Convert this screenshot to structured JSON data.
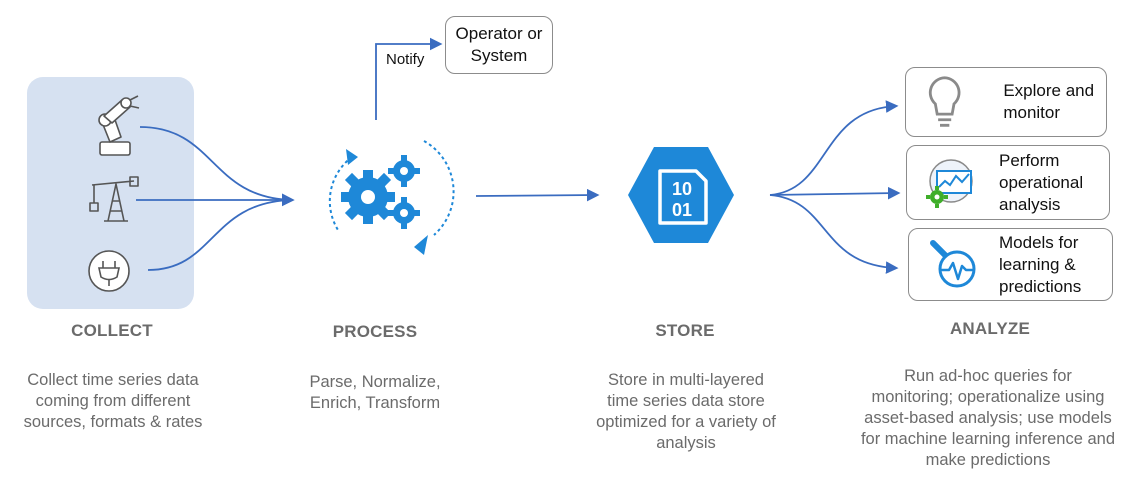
{
  "nodes": {
    "operator": "Operator or System",
    "notify": "Notify",
    "explore": "Explore and monitor",
    "perform": "Perform operational analysis",
    "models": "Models for learning & predictions"
  },
  "store_icon_text": [
    "10",
    "01"
  ],
  "stages": [
    {
      "title": "COLLECT",
      "desc": [
        "Collect time series data",
        "coming from different",
        "sources, formats & rates"
      ]
    },
    {
      "title": "PROCESS",
      "desc": [
        "Parse, Normalize,",
        "Enrich, Transform"
      ]
    },
    {
      "title": "STORE",
      "desc": [
        "Store in multi-layered",
        "time series data store",
        "optimized for a variety of",
        "analysis"
      ]
    },
    {
      "title": "ANALYZE",
      "desc": [
        "Run ad-hoc queries for",
        "monitoring; operationalize using",
        "asset-based analysis; use models",
        "for machine learning inference and",
        "make predictions"
      ]
    }
  ],
  "colors": {
    "arrow": "#3a6cc0",
    "accent": "#1e88d8",
    "panel": "#d6e1f1",
    "green": "#3fae2a"
  },
  "icons": [
    "robot-arm-icon",
    "oil-pump-icon",
    "power-plug-icon",
    "gears-icon",
    "binary-hexagon-icon",
    "lightbulb-icon",
    "chart-gear-icon",
    "pulse-magnifier-icon"
  ]
}
